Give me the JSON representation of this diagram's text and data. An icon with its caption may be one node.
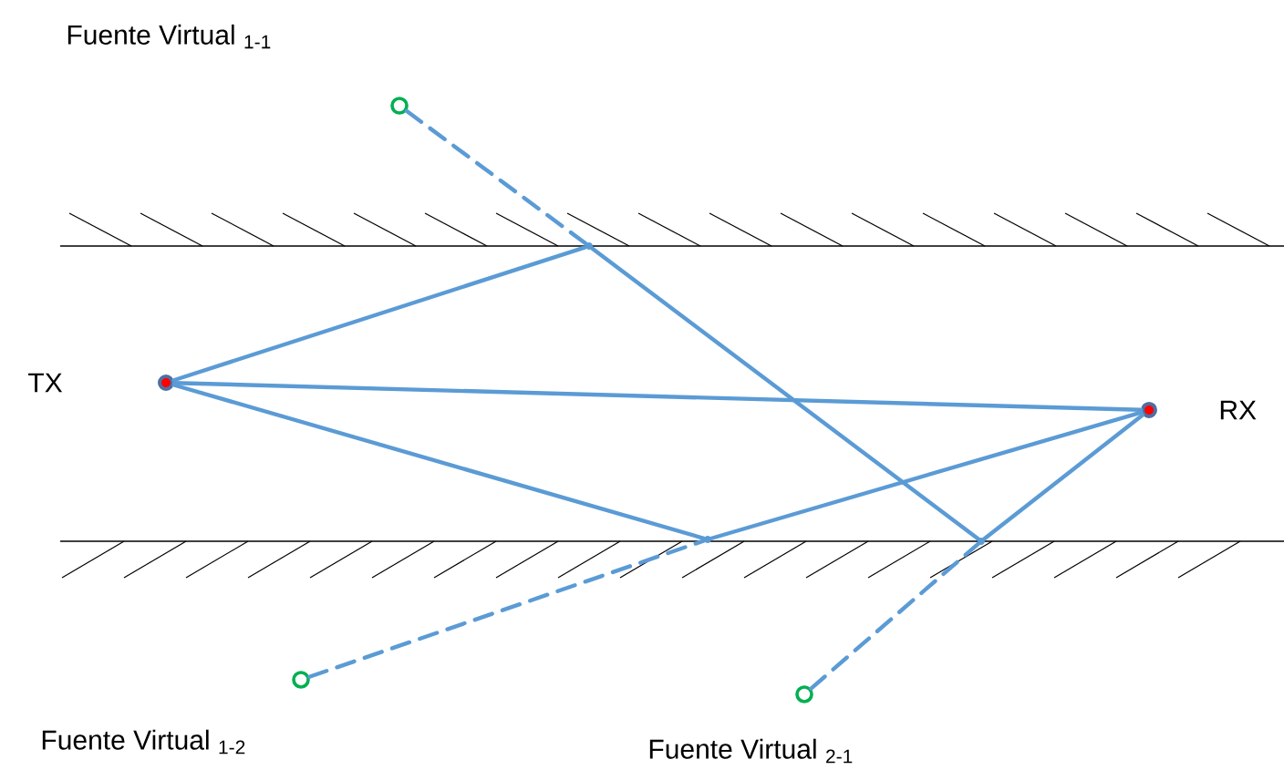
{
  "diagram": {
    "nodes": [
      {
        "text": [],
        "shape": "circle",
        "beside": [
          "TX"
        ]
      },
      {
        "text": [],
        "shape": "circle",
        "beside": [
          "RX"
        ]
      },
      {
        "text": [],
        "shape": "ring"
      },
      {
        "text": [],
        "shape": "ring",
        "beside": [
          "Fuente Virtual $_{1-2}$"
        ]
      },
      {
        "text": [],
        "shape": "ring",
        "beside": [
          "Fuente Virtual $_{2-1}$"
        ]
      },
      {
        "text": [],
        "shape": "point"
      },
      {
        "text": [],
        "shape": "point"
      },
      {
        "text": [],
        "shape": "point"
      }
    ],
    "edges": [
      {
        "from": 0,
        "to": 5,
        "arrow": "none"
      },
      {
        "from": 5,
        "to": 7,
        "arrow": "none"
      },
      {
        "from": 7,
        "to": 1,
        "arrow": "none"
      },
      {
        "from": 0,
        "to": 6,
        "arrow": "none"
      },
      {
        "from": 6,
        "to": 1,
        "arrow": "none"
      },
      {
        "from": 0,
        "to": 1,
        "arrow": "none"
      },
      {
        "from": 2,
        "to": 5,
        "arrow": "none",
        "style": "dashed"
      },
      {
        "from": 3,
        "to": 6,
        "arrow": "none",
        "style": "dashed"
      },
      {
        "from": 4,
        "to": 7,
        "arrow": "none",
        "style": "dashed"
      }
    ],
    "labels": [
      "Fuente Virtual $_{1-1}$"
    ]
  }
}
